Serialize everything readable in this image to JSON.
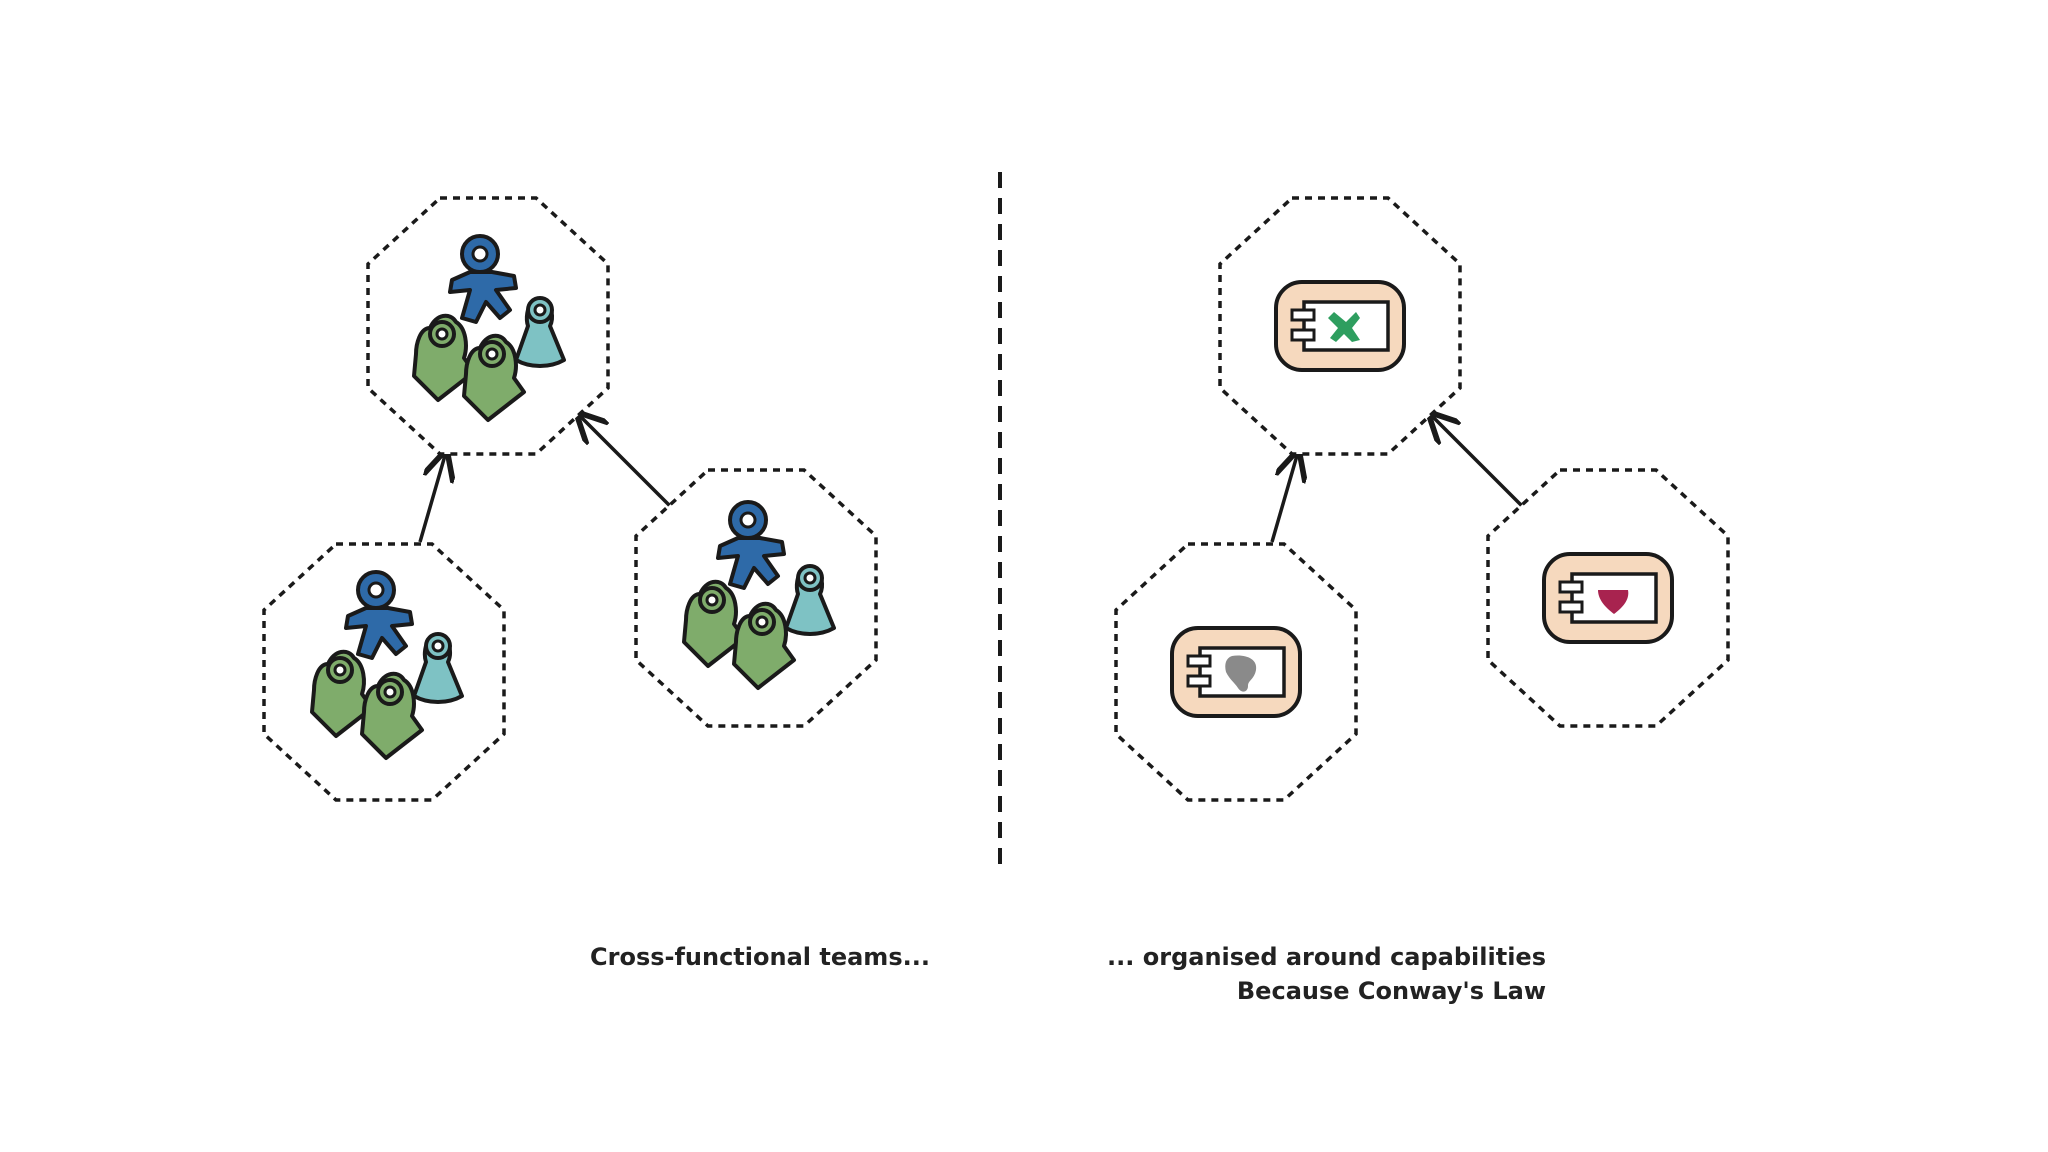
{
  "captions": {
    "left": "Cross-functional teams...",
    "right_line1": "... organised around capabilities",
    "right_line2": "Because Conway's Law"
  },
  "colors": {
    "team_dark_blue": "#2e6aa8",
    "team_green": "#7fac6b",
    "team_teal": "#7ec2c4",
    "component_fill": "#f6d9be",
    "symbol_green_x": "#2e9e5f",
    "symbol_grey_blob": "#8a8a8a",
    "symbol_red_heart": "#a8234f",
    "outline": "#1a1a1a"
  },
  "left_panel": {
    "groups": [
      {
        "name": "team-top",
        "members": [
          "dark-blue",
          "teal",
          "green",
          "green"
        ]
      },
      {
        "name": "team-bottom-left",
        "members": [
          "dark-blue",
          "teal",
          "green",
          "green"
        ]
      },
      {
        "name": "team-bottom-right",
        "members": [
          "dark-blue",
          "teal",
          "green",
          "green"
        ]
      }
    ]
  },
  "right_panel": {
    "components": [
      {
        "name": "capability-top",
        "symbol": "green-x-icon"
      },
      {
        "name": "capability-bottom-left",
        "symbol": "grey-blob-icon"
      },
      {
        "name": "capability-bottom-right",
        "symbol": "red-heart-icon"
      }
    ]
  }
}
